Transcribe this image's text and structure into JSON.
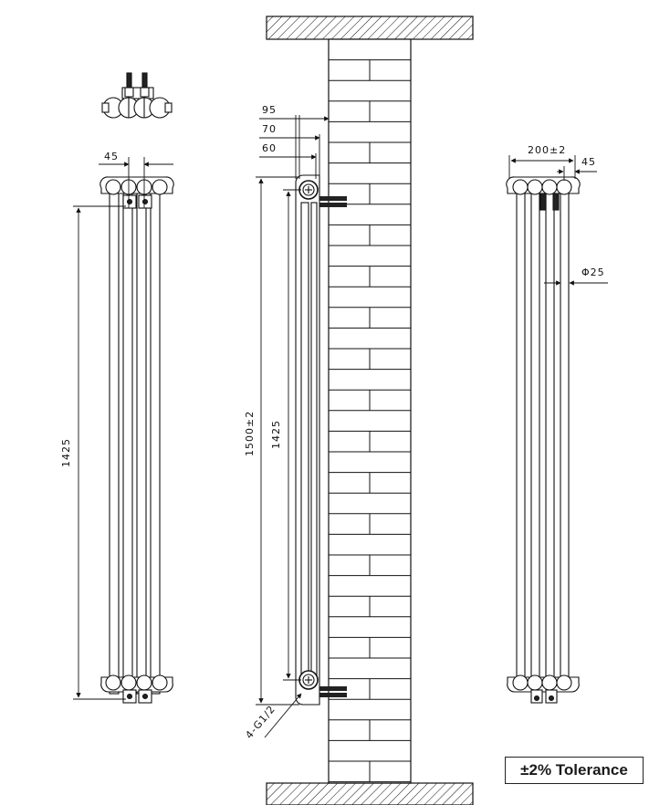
{
  "labels": {
    "front_width": "45",
    "front_height": "1425",
    "side_depth_95": "95",
    "side_depth_70": "70",
    "side_depth_60": "60",
    "side_total_height": "1500±2",
    "side_center_height": "1425",
    "connection": "4-G1/2",
    "back_width": "200±2",
    "back_pitch": "45",
    "back_tube_diameter": "Φ25"
  },
  "tolerance": "±2% Tolerance",
  "colors": {
    "line": "#111111",
    "background": "#ffffff"
  }
}
